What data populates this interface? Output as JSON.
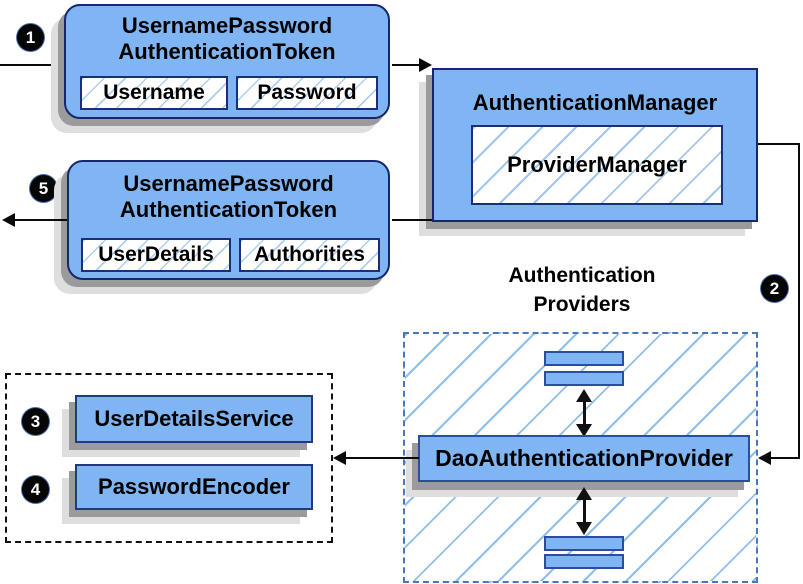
{
  "diagram": {
    "steps": [
      "1",
      "2",
      "3",
      "4",
      "5"
    ],
    "token_request": {
      "line1": "UsernamePassword",
      "line2": "AuthenticationToken",
      "fields": [
        "Username",
        "Password"
      ]
    },
    "auth_manager": {
      "title": "AuthenticationManager",
      "inner": "ProviderManager"
    },
    "token_response": {
      "line1": "UsernamePassword",
      "line2": "AuthenticationToken",
      "fields": [
        "UserDetails",
        "Authorities"
      ]
    },
    "providers": {
      "label_line1": "Authentication",
      "label_line2": "Providers",
      "main_provider": "DaoAuthenticationProvider"
    },
    "services": {
      "user_details_service": "UserDetailsService",
      "password_encoder": "PasswordEncoder"
    },
    "colors": {
      "node_fill": "#7fb5f2",
      "node_border": "#16276f",
      "bar_border": "#2a4e9d",
      "hatch_line": "#8dbfea",
      "providers_dashed_border": "#4a77b8",
      "services_dotted_border": "#111111",
      "shadow_dark": "#9b9b9b",
      "shadow_light": "#dedede",
      "connector": "#0a0a0a"
    }
  }
}
